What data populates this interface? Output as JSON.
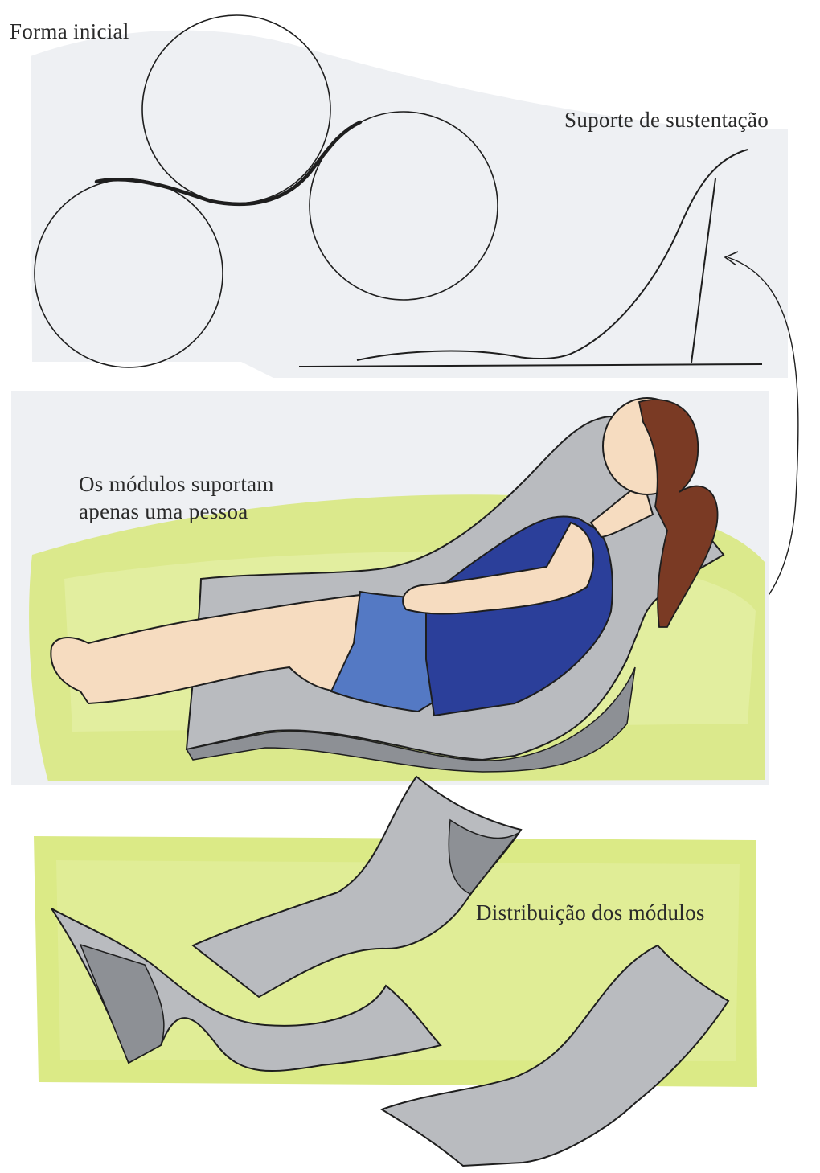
{
  "labels": {
    "initial_form": "Forma inicial",
    "support": "Suporte de sustentação",
    "modules_line1": "Os módulos suportam",
    "modules_line2": "apenas uma pessoa",
    "distribution": "Distribuição dos módulos"
  },
  "colors": {
    "paper": "#ffffff",
    "panel_shade": "#eef0f3",
    "grass": "#d7e879",
    "grass_light": "#e6f0a6",
    "module_gray": "#b9bbbf",
    "module_dark": "#8d9095",
    "skin": "#f6dcc0",
    "hair": "#7a3a24",
    "swimsuit": "#2b3f9a",
    "shorts": "#5479c4",
    "ink": "#1e1e1e"
  }
}
